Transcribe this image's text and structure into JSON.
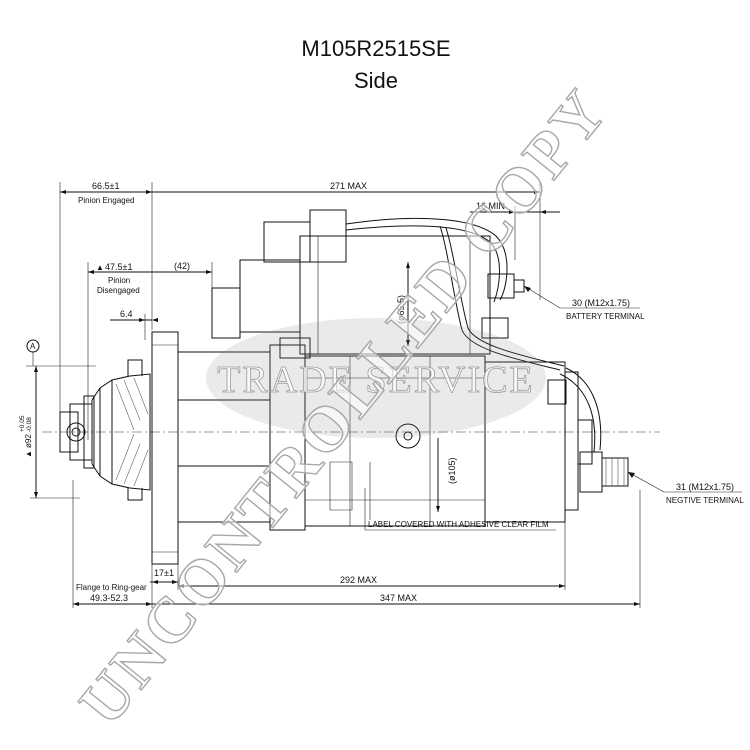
{
  "title": {
    "part_number": "M105R2515SE",
    "view": "Side"
  },
  "dimensions": {
    "pinion_engaged_value": "66.5±1",
    "pinion_engaged_label": "Pinion Engaged",
    "overall_max": "271 MAX",
    "min_16": "16 MIN",
    "pinion_disengaged_value": "47.5±1",
    "pinion_disengaged_label_1": "Pinion",
    "pinion_disengaged_label_2": "Disengaged",
    "ref_42": "(42)",
    "dim_6_4": "6.4",
    "datum_a": "A",
    "dia_65_5": "(ø65.5)",
    "dia_105": "(ø105)",
    "dia_pilot": "ø92",
    "dia_pilot_tol_upper": "+0.05",
    "dia_pilot_tol_lower": "-0.08",
    "battery_terminal_value": "30 (M12x1.75)",
    "battery_terminal_label": "BATTERY TERMINAL",
    "negative_terminal_value": "31 (M12x1.75)",
    "negative_terminal_label": "NEGTIVE TERMINAL",
    "label_note": "LABEL COVERED WITH ADHESIVE CLEAR FILM",
    "flange_thickness": "17±1",
    "dim_292": "292 MAX",
    "flange_to_ring_gear_label": "Flange to Ring-gear",
    "flange_to_ring_gear_value": "49.3-52.3",
    "dim_347": "347 MAX"
  },
  "watermark": {
    "diagonal_text": "UNCONTROLLED COPY",
    "logo_text": "TRADE SERVICE"
  }
}
